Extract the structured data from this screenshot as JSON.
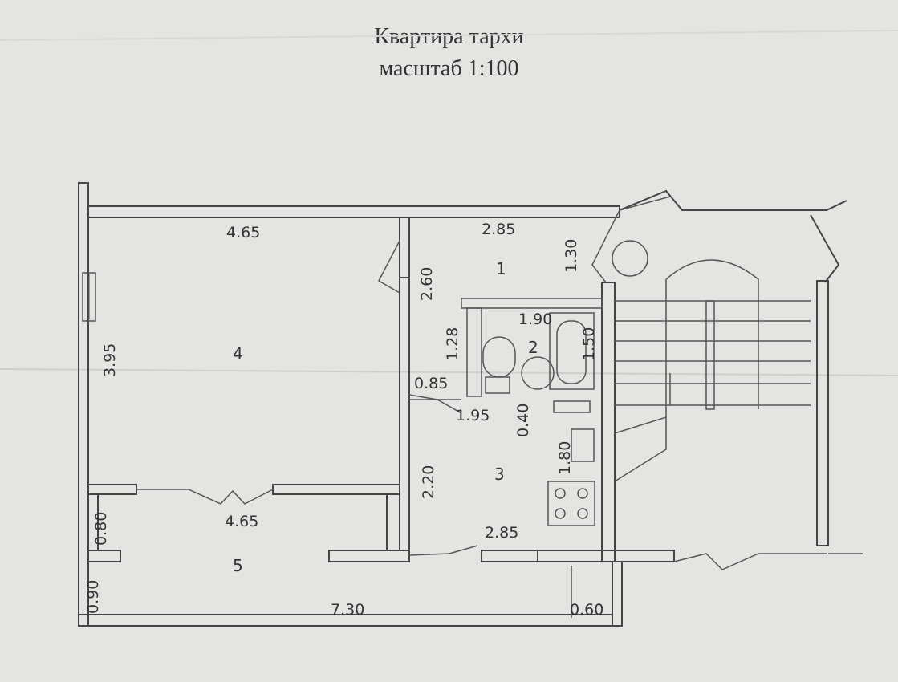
{
  "header": {
    "title": "Квартира тархи",
    "scale": "масштаб 1:100"
  },
  "rooms": [
    {
      "id": "room-1",
      "label": "1"
    },
    {
      "id": "room-2",
      "label": "2"
    },
    {
      "id": "room-3",
      "label": "3"
    },
    {
      "id": "room-4",
      "label": "4"
    },
    {
      "id": "room-5",
      "label": "5"
    }
  ],
  "dimensions": {
    "room4_top": "4.65",
    "room1_top": "2.85",
    "room1_right": "1.30",
    "room1_left": "2.60",
    "room4_left": "3.95",
    "room2_top": "1.90",
    "room2_left": "1.28",
    "room2_right": "1.50",
    "corridor_a": "0.85",
    "corridor_b": "1.95",
    "corridor_c": "0.40",
    "room3_left": "2.20",
    "room3_right": "1.80",
    "room3_bottom": "2.85",
    "room4_bottom": "4.65",
    "room5_left_top": "0.80",
    "room5_left_bottom": "0.90",
    "room5_bottom": "7.30",
    "room5_right": "0.60"
  }
}
